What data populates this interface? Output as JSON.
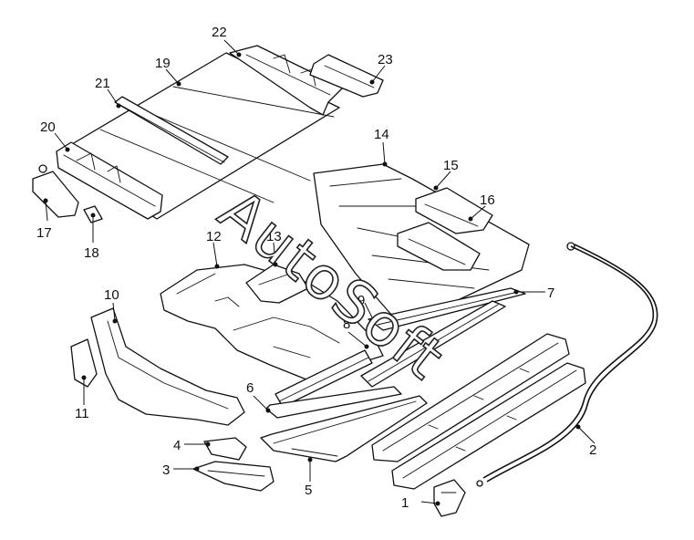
{
  "watermark": "AutoSoft",
  "callouts": [
    {
      "id": "1",
      "label": "1"
    },
    {
      "id": "2",
      "label": "2"
    },
    {
      "id": "3",
      "label": "3"
    },
    {
      "id": "4",
      "label": "4"
    },
    {
      "id": "5",
      "label": "5"
    },
    {
      "id": "6",
      "label": "6"
    },
    {
      "id": "7",
      "label": "7"
    },
    {
      "id": "8",
      "label": "8"
    },
    {
      "id": "9",
      "label": "9"
    },
    {
      "id": "10",
      "label": "10"
    },
    {
      "id": "11",
      "label": "11"
    },
    {
      "id": "12",
      "label": "12"
    },
    {
      "id": "13",
      "label": "13"
    },
    {
      "id": "14",
      "label": "14"
    },
    {
      "id": "15",
      "label": "15"
    },
    {
      "id": "16",
      "label": "16"
    },
    {
      "id": "17",
      "label": "17"
    },
    {
      "id": "18",
      "label": "18"
    },
    {
      "id": "19",
      "label": "19"
    },
    {
      "id": "20",
      "label": "20"
    },
    {
      "id": "21",
      "label": "21"
    },
    {
      "id": "22",
      "label": "22"
    },
    {
      "id": "23",
      "label": "23"
    }
  ]
}
